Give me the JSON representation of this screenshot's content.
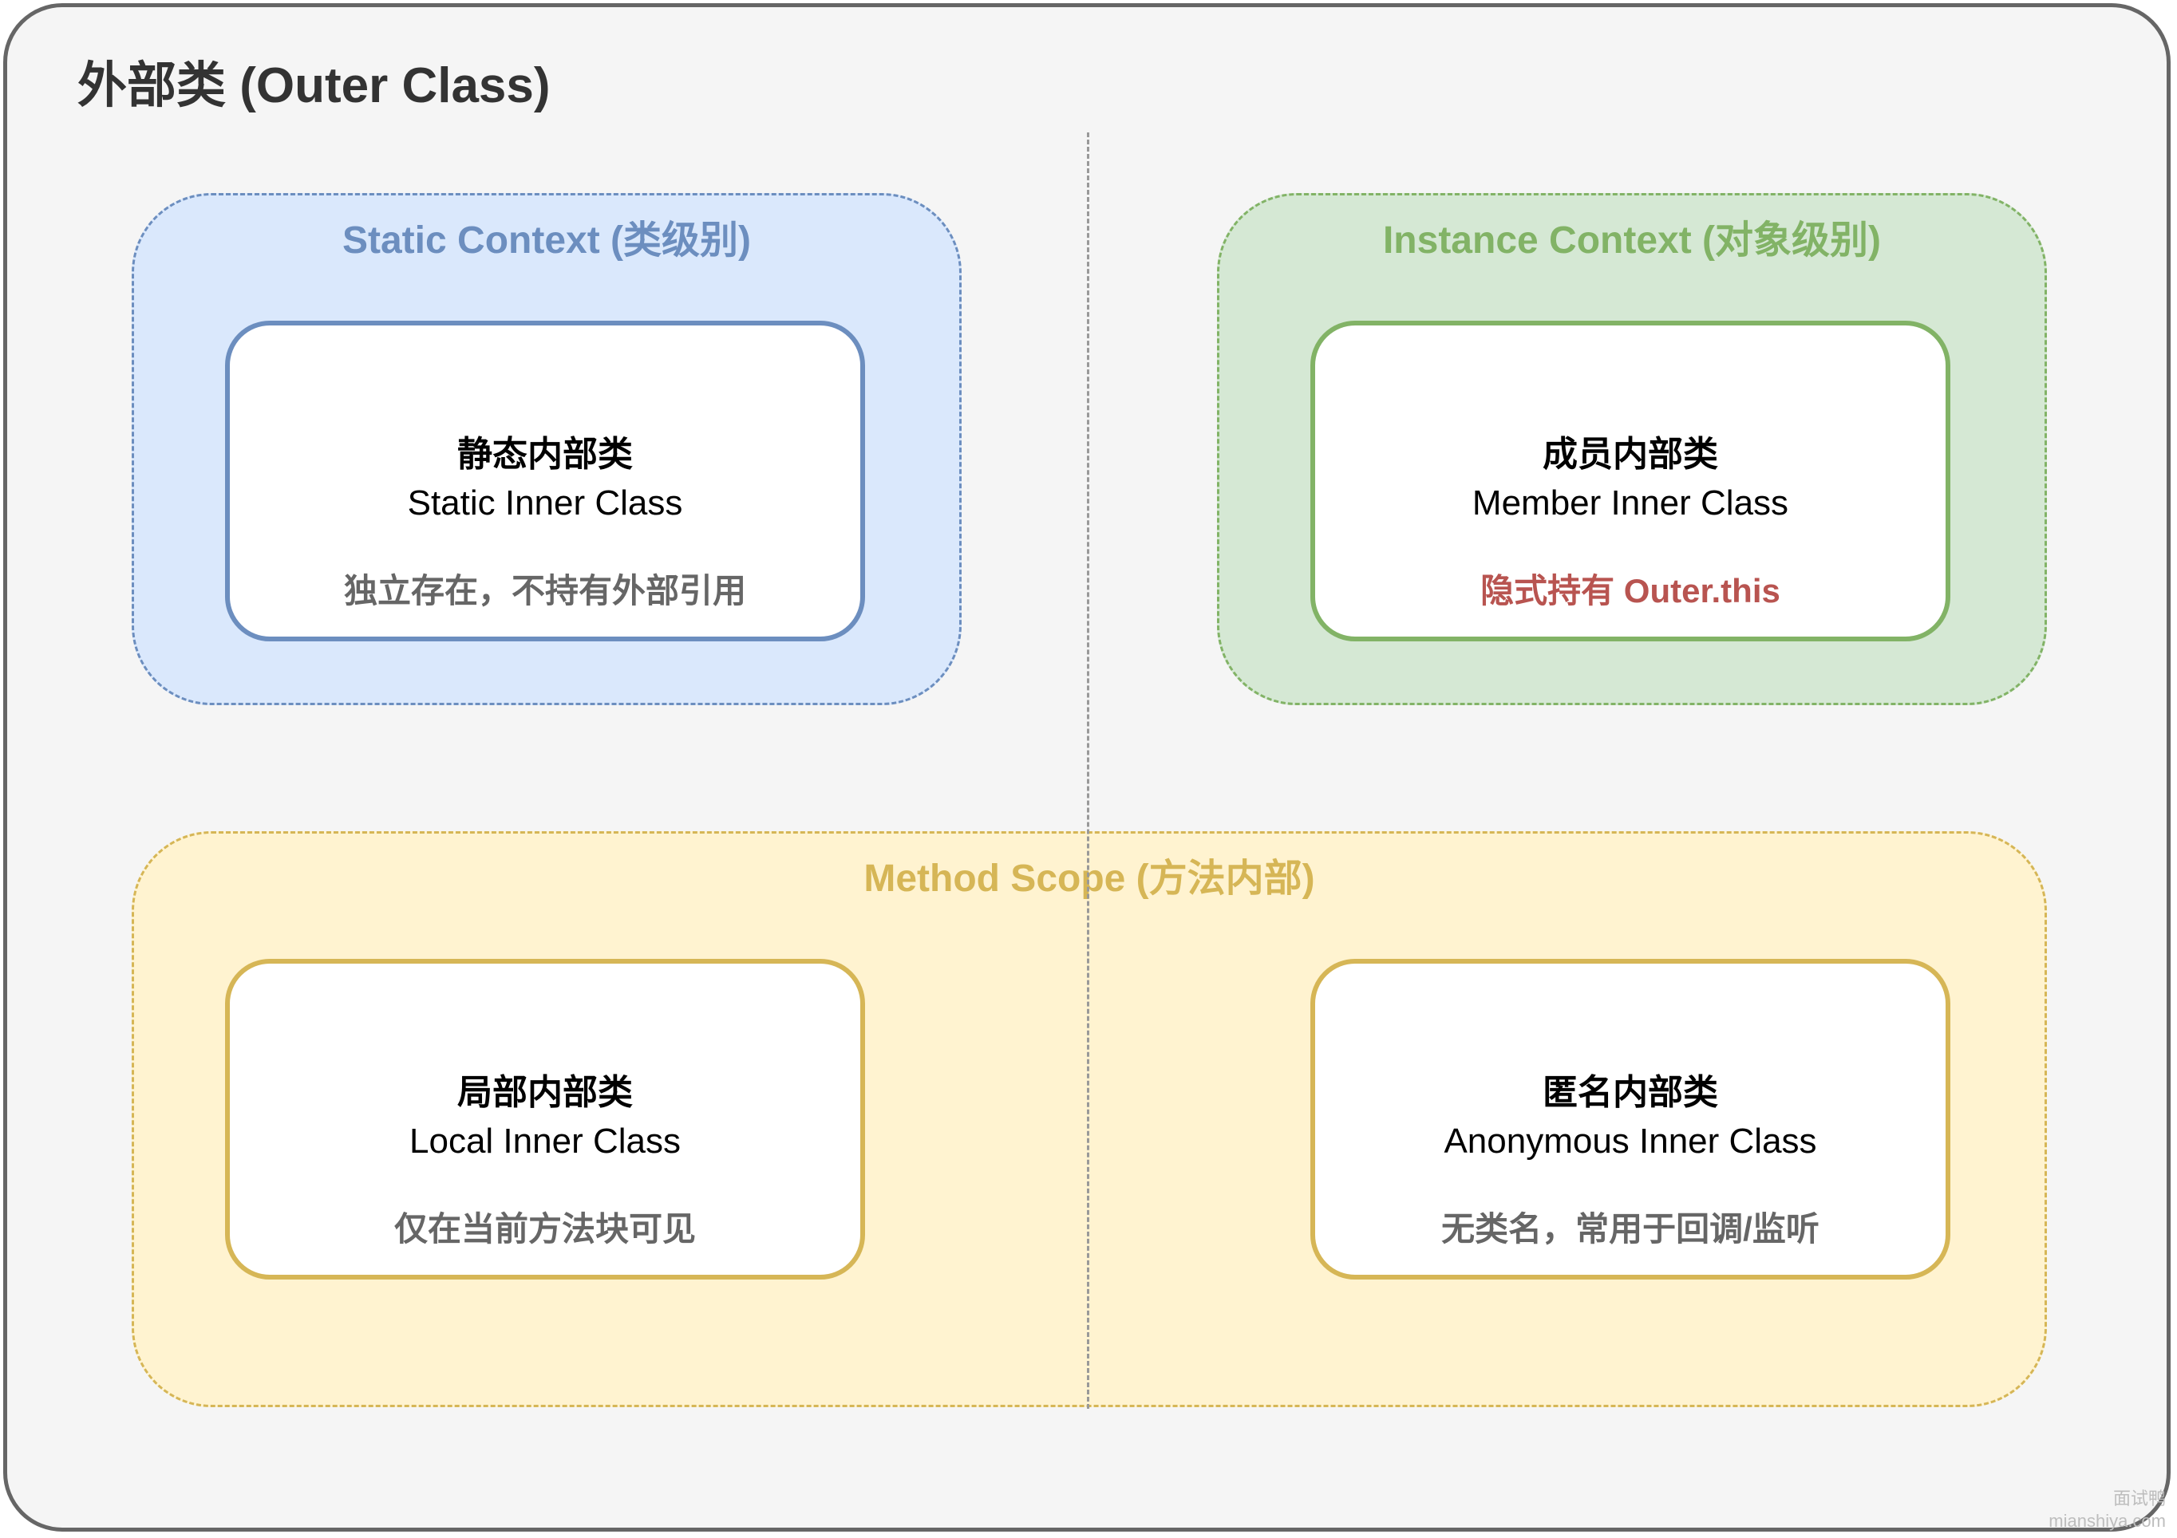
{
  "outer": {
    "title": "外部类 (Outer Class)"
  },
  "contexts": {
    "static": {
      "title": "Static Context (类级别)",
      "color": "#6c8ebf",
      "fill": "#dae8fc"
    },
    "instance": {
      "title": "Instance Context (对象级别)",
      "color": "#82b366",
      "fill": "#d5e8d4"
    },
    "method": {
      "title": "Method Scope (方法内部)",
      "color": "#d6b656",
      "fill": "#fff2cc"
    }
  },
  "cards": {
    "static_inner": {
      "zh": "静态内部类",
      "en": "Static Inner Class",
      "desc": "独立存在，不持有外部引用",
      "desc_color": "#666666",
      "border": "#6c8ebf"
    },
    "member_inner": {
      "zh": "成员内部类",
      "en": "Member Inner Class",
      "desc": "隐式持有 Outer.this",
      "desc_color": "#b85450",
      "border": "#82b366"
    },
    "local_inner": {
      "zh": "局部内部类",
      "en": "Local Inner Class",
      "desc": "仅在当前方法块可见",
      "desc_color": "#666666",
      "border": "#d6b656"
    },
    "anonymous_inner": {
      "zh": "匿名内部类",
      "en": "Anonymous Inner Class",
      "desc": "无类名，常用于回调/监听",
      "desc_color": "#666666",
      "border": "#d6b656"
    }
  },
  "watermark": {
    "line1": "面试鸭",
    "line2": "mianshiya.com"
  }
}
